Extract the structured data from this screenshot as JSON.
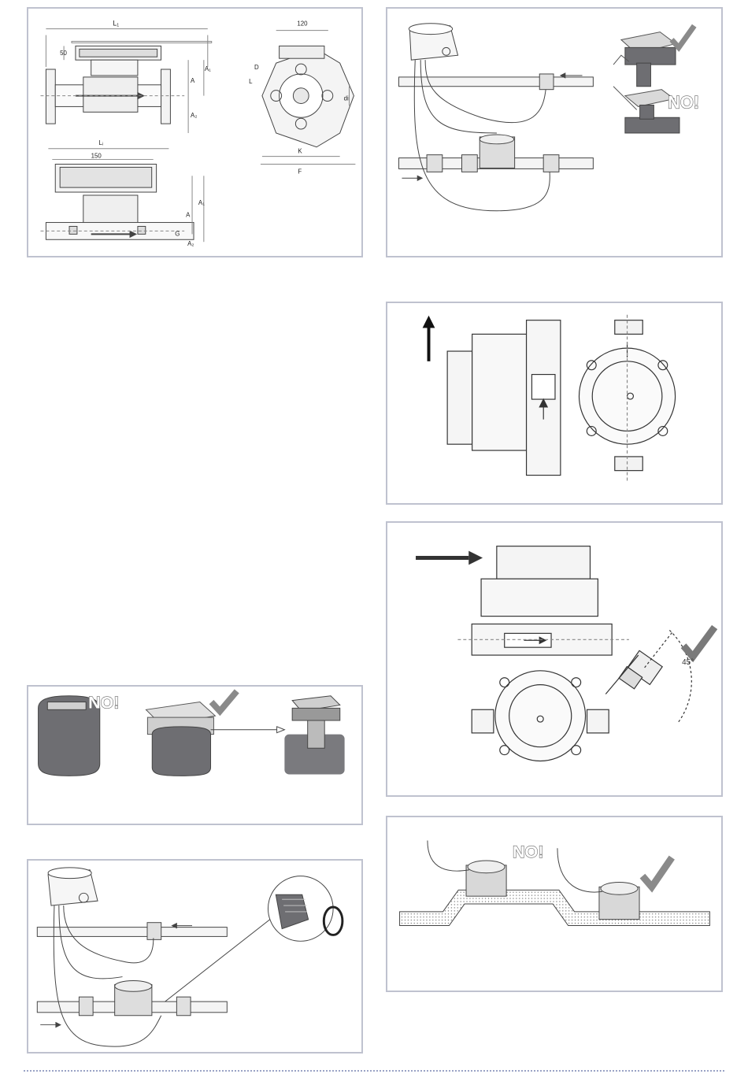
{
  "panels": {
    "dimensions": {
      "label_l1": "L₁",
      "label_50": "50",
      "label_a": "A",
      "label_a1": "A₁",
      "label_a2": "A₂",
      "label_120": "120",
      "label_d": "D",
      "label_l": "L",
      "label_di": "di",
      "label_k": "K",
      "label_f": "F",
      "label_li": "Lᵢ",
      "label_150": "150",
      "label_a_b": "A",
      "label_a1_b": "A₁",
      "label_g": "G",
      "label_a2_b": "A₂"
    },
    "sensor_install_top": {
      "no_text": "NO!"
    },
    "display_no": {
      "no_text": "NO!"
    },
    "angle": {
      "degrees": "45°"
    },
    "pipe_bend": {
      "no_text": "NO!"
    }
  },
  "colors": {
    "panel_border": "#bfc2cf",
    "footer_dots": "#9aa3c6",
    "device_gray": "#6e6e72",
    "check_gray": "#8a8a8a"
  }
}
